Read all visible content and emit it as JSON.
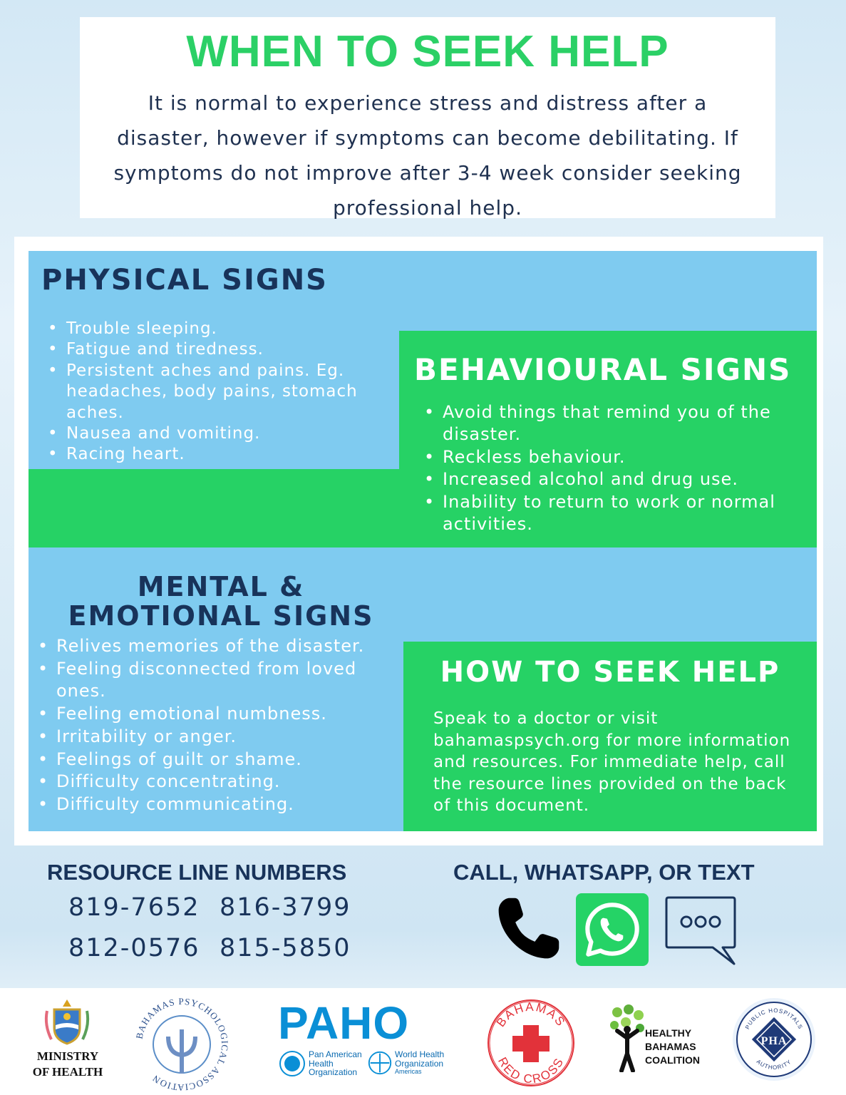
{
  "header": {
    "title": "WHEN TO SEEK HELP",
    "intro": "It is normal to experience stress and distress after a disaster, however if symptoms can become debilitating. If symptoms do not improve after 3-4 week consider seeking professional help."
  },
  "physical": {
    "title": "PHYSICAL SIGNS",
    "items": [
      "Trouble sleeping.",
      "Fatigue and tiredness.",
      "Persistent aches and pains. Eg. headaches, body pains, stomach aches.",
      "Nausea and vomiting.",
      "Racing heart."
    ]
  },
  "behavioural": {
    "title": "BEHAVIOURAL SIGNS",
    "items": [
      "Avoid things that remind you of the disaster.",
      "Reckless behaviour.",
      "Increased alcohol and drug use.",
      "Inability to return to work or normal activities."
    ]
  },
  "mental": {
    "title_line1": "MENTAL &",
    "title_line2": "EMOTIONAL SIGNS",
    "items": [
      "Relives memories of the disaster.",
      "Feeling disconnected from loved ones.",
      "Feeling emotional numbness.",
      "Irritability or anger.",
      "Feelings of guilt or shame.",
      "Difficulty concentrating.",
      "Difficulty communicating."
    ]
  },
  "how_to": {
    "title": "HOW TO SEEK HELP",
    "text": "Speak to a doctor or visit bahamaspsych.org for more information and resources. For immediate help, call the resource lines provided on the back of this document."
  },
  "resources": {
    "title": "RESOURCE LINE NUMBERS",
    "numbers": [
      "819-7652",
      "816-3799",
      "812-0576",
      "815-5850"
    ],
    "contact_title": "CALL, WHATSAPP, OR TEXT",
    "icons": [
      "phone-icon",
      "whatsapp-icon",
      "text-message-icon"
    ]
  },
  "logos": {
    "ministry_line1": "MINISTRY",
    "ministry_line2": "OF HEALTH",
    "bpa_text": "BAHAMAS PSYCHOLOGICAL ASSOCIATION",
    "paho": "PAHO",
    "paho_sub1": "Pan American",
    "paho_sub2": "Health",
    "paho_sub3": "Organization",
    "who_sub1": "World Health",
    "who_sub2": "Organization",
    "who_sub3": "Americas",
    "redcross_top": "BAHAMAS",
    "redcross_bottom": "RED CROSS",
    "hbc_line1": "HEALTHY",
    "hbc_line2": "BAHAMAS",
    "hbc_line3": "COALITION",
    "pha_top": "PUBLIC HOSPITALS",
    "pha_bottom": "AUTHORITY",
    "pha_letters": "PHA"
  },
  "colors": {
    "green": "#26d265",
    "title_green": "#2bd066",
    "blue": "#7fcbf0",
    "navy": "#18335a",
    "whatsapp": "#25d366"
  }
}
